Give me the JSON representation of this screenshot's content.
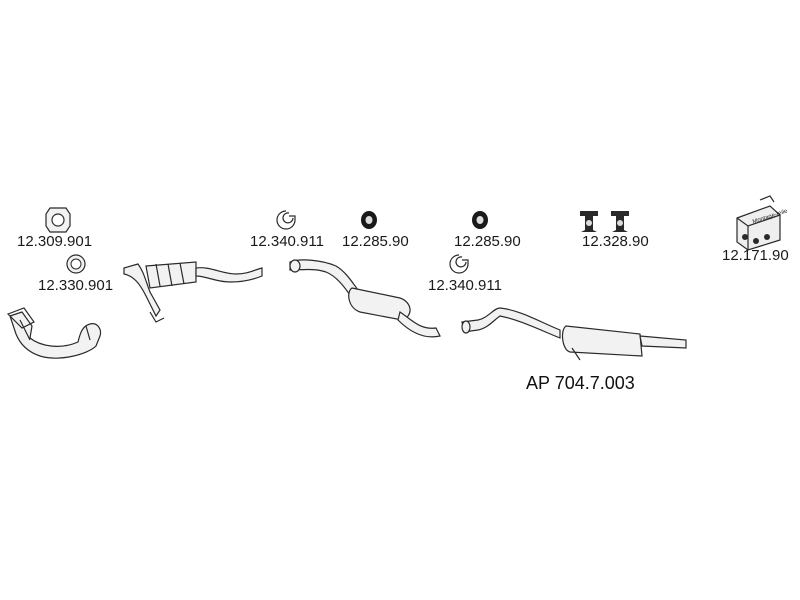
{
  "assembly_number": "AP 704.7.003",
  "parts": [
    {
      "number": "12.309.901",
      "icon": "square-flange-gasket-icon"
    },
    {
      "number": "12.330.901",
      "icon": "ring-gasket-icon"
    },
    {
      "number": "12.340.911",
      "icon": "pipe-clamp-icon"
    },
    {
      "number": "12.285.90",
      "icon": "rubber-mount-ring-icon"
    },
    {
      "number": "12.285.90",
      "icon": "rubber-mount-ring-icon"
    },
    {
      "number": "12.340.911",
      "icon": "pipe-clamp-icon"
    },
    {
      "number": "12.328.90",
      "icon": "rubber-hanger-icon"
    },
    {
      "number": "12.171.90",
      "icon": "mounting-kit-box-icon"
    }
  ],
  "mounting_kit_label": "Montage-teile",
  "components": [
    "front-pipe",
    "catalytic-converter-section",
    "center-silencer",
    "rear-silencer"
  ]
}
